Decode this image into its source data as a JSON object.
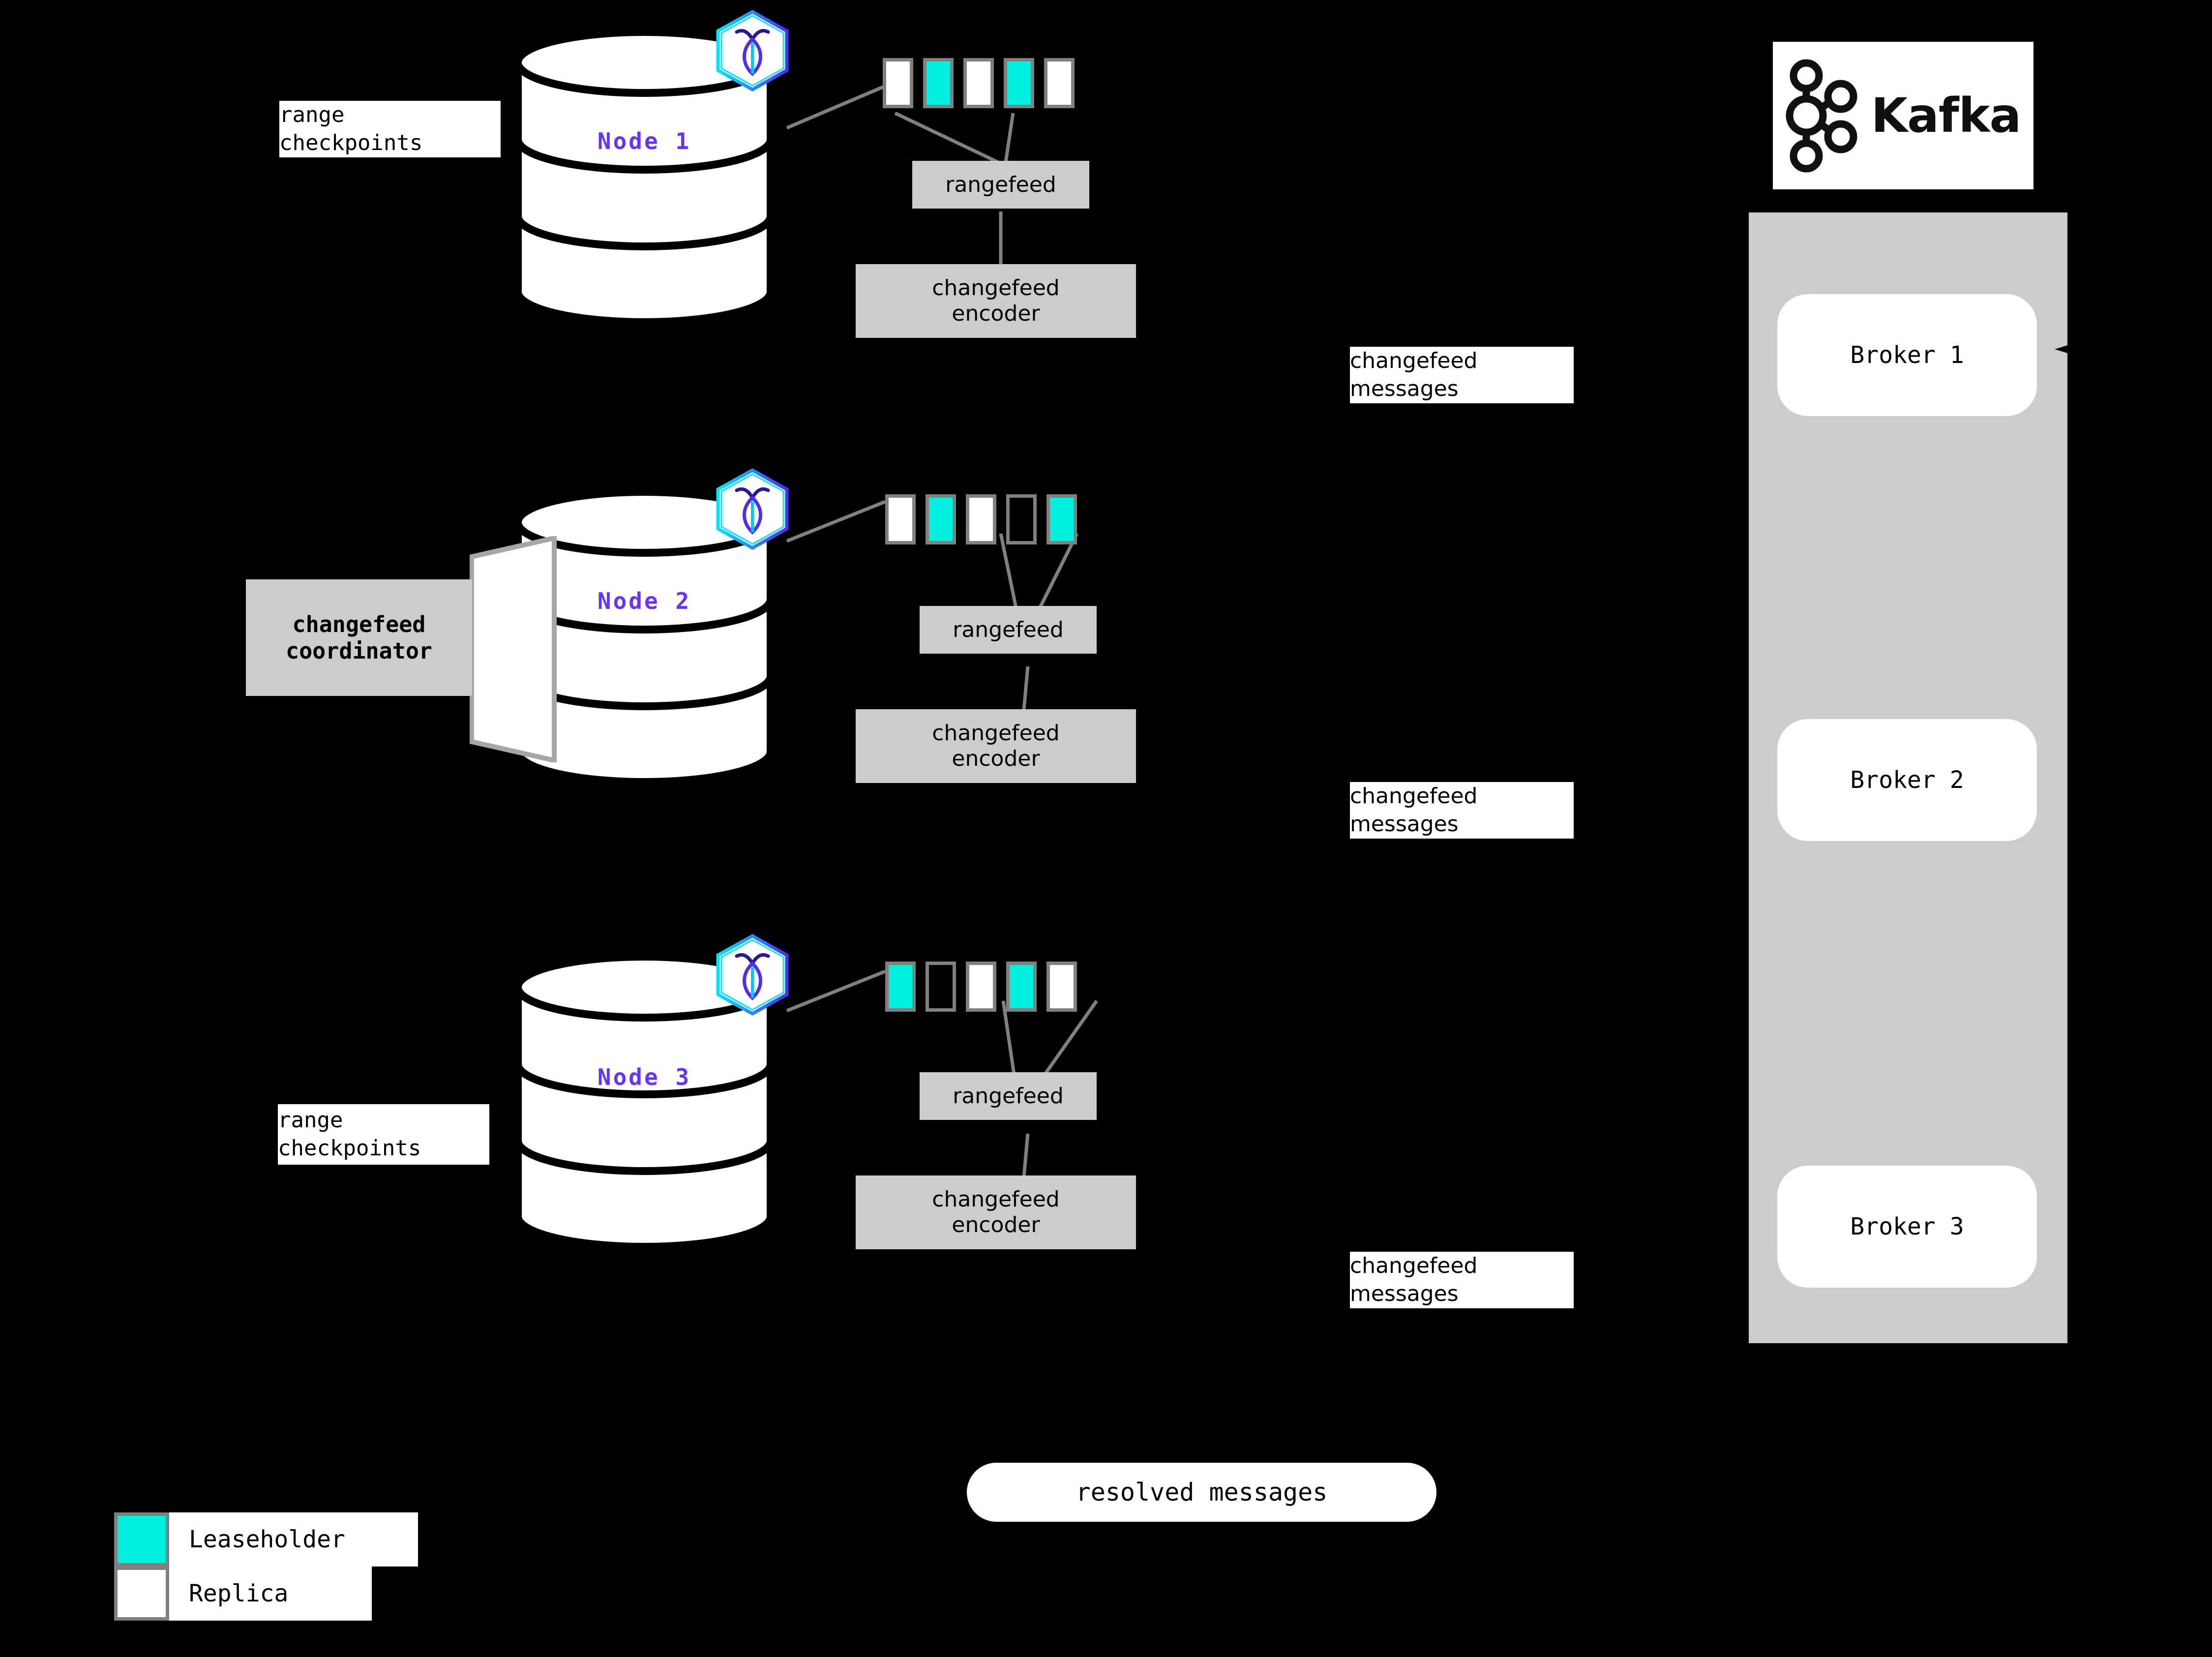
{
  "diagram": {
    "title": "CockroachDB changefeed to Kafka architecture",
    "background_color": "#000000"
  },
  "colors": {
    "leaseholder": "#00f0e0",
    "replica": "#ffffff",
    "range_border": "#808080",
    "process_box": "#cccccc",
    "node_label": "#6933ff",
    "panel": "#cccccc",
    "connector": "#808080"
  },
  "nodes": [
    {
      "label": "Node 1",
      "logo_icon": "cockroachdb-hex-icon",
      "ranges": [
        "replica",
        "leaseholder",
        "replica",
        "leaseholder",
        "replica"
      ],
      "rangefeed_label": "rangefeed",
      "encoder_label": "changefeed\nencoder",
      "encoder_line1": "changefeed",
      "encoder_line2": "encoder",
      "side_label_line1": "range",
      "side_label_line2": "checkpoints",
      "messages_line1": "changefeed",
      "messages_line2": "messages"
    },
    {
      "label": "Node 2",
      "logo_icon": "cockroachdb-hex-icon",
      "ranges": [
        "replica",
        "leaseholder",
        "replica",
        "empty",
        "leaseholder"
      ],
      "rangefeed_label": "rangefeed",
      "encoder_label": "changefeed\nencoder",
      "encoder_line1": "changefeed",
      "encoder_line2": "encoder",
      "coordinator_line1": "changefeed",
      "coordinator_line2": "coordinator",
      "messages_line1": "changefeed",
      "messages_line2": "messages"
    },
    {
      "label": "Node 3",
      "logo_icon": "cockroachdb-hex-icon",
      "ranges": [
        "leaseholder",
        "empty",
        "replica",
        "leaseholder",
        "replica"
      ],
      "rangefeed_label": "rangefeed",
      "encoder_label": "changefeed\nencoder",
      "encoder_line1": "changefeed",
      "encoder_line2": "encoder",
      "side_label_line1": "range",
      "side_label_line2": "checkpoints",
      "messages_line1": "changefeed",
      "messages_line2": "messages"
    }
  ],
  "kafka": {
    "wordmark": "Kafka",
    "logo_icon": "kafka-logo-icon",
    "brokers": [
      "Broker 1",
      "Broker 2",
      "Broker 3"
    ]
  },
  "resolved": {
    "label": "resolved messages"
  },
  "legend": {
    "items": [
      {
        "swatch": "leaseholder",
        "label": "Leaseholder"
      },
      {
        "swatch": "replica",
        "label": "Replica"
      }
    ]
  }
}
